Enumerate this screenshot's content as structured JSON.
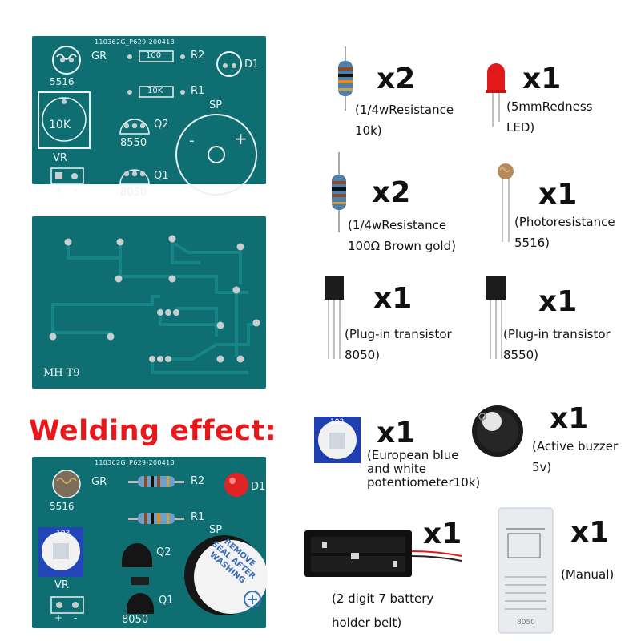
{
  "boards": {
    "top": {
      "code": "110362G_P629-200413",
      "gr": "GR",
      "ldr": "5516",
      "r2": "R2",
      "r2_value": "100",
      "r1": "R1",
      "r1_value": "10K",
      "d1": "D1",
      "sp": "SP",
      "vr_value": "10K",
      "vr": "VR",
      "plus": "+",
      "minus": "-",
      "q2": "Q2",
      "q2_part": "8550",
      "q1": "Q1",
      "q1_part": "8050"
    },
    "bottom_side": {
      "model": "MH-T9"
    },
    "assembled": {
      "code": "110362G_P629-200413",
      "gr": "GR",
      "ldr": "5516",
      "r2": "R2",
      "r1": "R1",
      "d1": "D1",
      "sp": "SP",
      "q2": "Q2",
      "q1": "Q1",
      "q1_part": "8050",
      "vr": "VR",
      "plus": "+",
      "minus": "-",
      "pot_code": "103",
      "sticker_line1": "REMOVE",
      "sticker_line2": "SEAL AFTER",
      "sticker_line3": "WASHING"
    }
  },
  "welding_label": "Welding effect:",
  "components": [
    {
      "id": "resistor-10k",
      "qty": "x2",
      "desc": [
        "(1/4wResistance",
        "10k)"
      ]
    },
    {
      "id": "led",
      "qty": "x1",
      "desc": [
        "(5mmRedness",
        "LED)"
      ]
    },
    {
      "id": "resistor-100",
      "qty": "x2",
      "desc": [
        "(1/4wResistance",
        "100Ω Brown gold)"
      ]
    },
    {
      "id": "photoresistor",
      "qty": "x1",
      "desc": [
        "(Photoresistance",
        "5516)"
      ]
    },
    {
      "id": "transistor-8050",
      "qty": "x1",
      "desc": [
        "(Plug-in transistor",
        "8050)"
      ]
    },
    {
      "id": "transistor-8550",
      "qty": "x1",
      "desc": [
        "(Plug-in transistor",
        "8550)"
      ]
    },
    {
      "id": "potentiometer",
      "qty": "x1",
      "desc": [
        "(European blue",
        "and white",
        "potentiometer10k)"
      ],
      "code": "103"
    },
    {
      "id": "buzzer",
      "qty": "x1",
      "desc": [
        "(Active buzzer",
        "5v)"
      ]
    },
    {
      "id": "battery-holder",
      "qty": "x1",
      "desc": [
        "(2 digit 7 battery",
        "holder belt)"
      ]
    },
    {
      "id": "manual",
      "qty": "x1",
      "desc": [
        "(Manual)"
      ],
      "code": "8050"
    }
  ],
  "colors": {
    "board": "#0f6e72",
    "silkscreen": "#e9f3f3",
    "pad": "#c8cfd0",
    "accent_red": "#e8181a",
    "potentiometer_blue": "#1f3fb0"
  }
}
